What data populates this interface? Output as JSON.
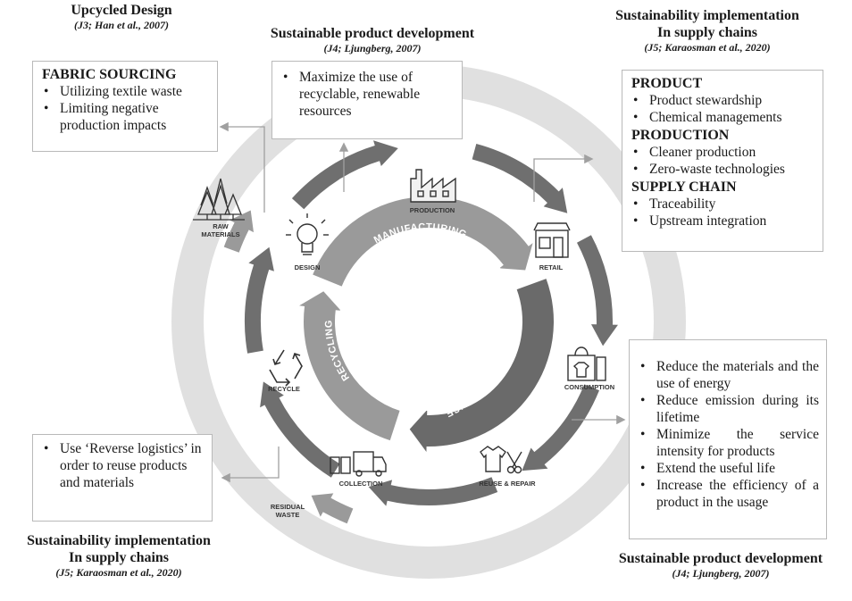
{
  "cycle": {
    "stages": {
      "raw_materials": "RAW\nMATERIALS",
      "design": "DESIGN",
      "production": "PRODUCTION",
      "retail": "RETAIL",
      "consumption": "CONSUMPTION",
      "reuse_repair": "REUSE & REPAIR",
      "collection": "COLLECTION",
      "residual_waste": "RESIDUAL\nWASTE",
      "recycle": "RECYCLE"
    },
    "inner": {
      "manufacturing": "MANUFACTURING",
      "consumption_use": "CONSUMPTION & USE",
      "recycling": "RECYCLING"
    }
  },
  "top_left": {
    "title": "Upcycled Design",
    "citation": "(J3; Han et al., 2007)",
    "section": "FABRIC SOURCING",
    "items": [
      "Utilizing textile waste",
      "Limiting negative production impacts"
    ]
  },
  "top_center": {
    "title": "Sustainable product development",
    "citation": "(J4; Ljungberg, 2007)",
    "items": [
      "Maximize the use of recyclable, renewable resources"
    ]
  },
  "top_right": {
    "title_line1": "Sustainability implementation",
    "title_line2": "In supply chains",
    "citation": "(J5; Karaosman et al., 2020)",
    "sections": [
      {
        "name": "PRODUCT",
        "items": [
          "Product stewardship",
          "Chemical managements"
        ]
      },
      {
        "name": "PRODUCTION",
        "items": [
          "Cleaner production",
          "Zero-waste technologies"
        ]
      },
      {
        "name": "SUPPLY CHAIN",
        "items": [
          "Traceability",
          "Upstream integration"
        ]
      }
    ]
  },
  "bottom_right": {
    "items": [
      "Reduce the materials and the use of energy",
      "Reduce emission during its lifetime",
      "Minimize the service intensity for products",
      "Extend the useful life",
      "Increase the efficiency of a product in the usage"
    ],
    "title": "Sustainable product development",
    "citation": "(J4; Ljungberg, 2007)"
  },
  "bottom_left": {
    "items": [
      "Use ‘Reverse logistics’ in order to reuse products and materials"
    ],
    "title_line1": "Sustainability implementation",
    "title_line2": "In supply chains",
    "citation": "(J5; Karaosman et al., 2020)"
  },
  "colors": {
    "outer_ring": "#dcdcdc",
    "segment": "#6f6f6f",
    "inner_ring": "#9a9a9a",
    "inner_ring_dark": "#6a6a6a",
    "border": "#b9b9b9",
    "connector": "#a0a0a0"
  }
}
